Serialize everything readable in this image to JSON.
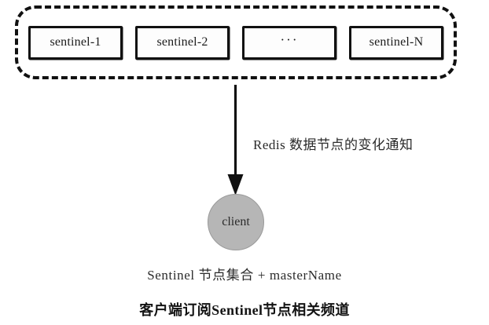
{
  "diagram": {
    "title": "客户端订阅Sentinel节点相关频道",
    "subtitle": "Sentinel 节点集合 + masterName",
    "sentinel_group": {
      "nodes": [
        {
          "label": "sentinel-1"
        },
        {
          "label": "sentinel-2"
        },
        {
          "label": "···"
        },
        {
          "label": "sentinel-N"
        }
      ]
    },
    "arrow": {
      "label": "Redis 数据节点的变化通知"
    },
    "client": {
      "label": "client"
    },
    "colors": {
      "background": "#ffffff",
      "stroke": "#111111",
      "client_fill": "#b6b6b6",
      "client_stroke": "#9a9a9a",
      "text": "#1a1a1a"
    }
  }
}
